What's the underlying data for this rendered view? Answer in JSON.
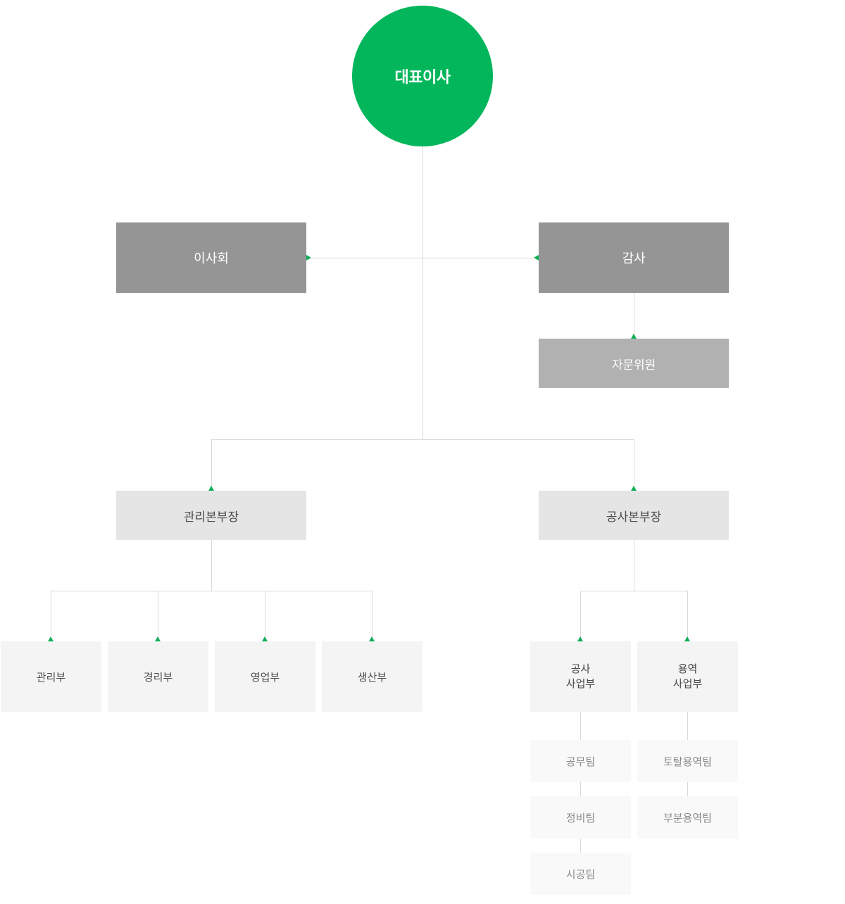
{
  "org_chart": {
    "ceo": "대표이사",
    "board": "이사회",
    "audit": "감사",
    "advisor": "자문위원",
    "management_head": "관리본부장",
    "construction_head": "공사본부장",
    "management_departments": [
      "관리부",
      "경리부",
      "영업부",
      "생산부"
    ],
    "construction_departments": [
      "공사\n사업부",
      "용역\n사업부"
    ],
    "construction_teams": [
      "공무팀",
      "정비팀",
      "시공팀"
    ],
    "service_teams": [
      "토탈용역팀",
      "부분용역팀"
    ]
  },
  "colors": {
    "accent": "#03b65c",
    "dark_box": "#959595",
    "mid_box": "#b1b1b1",
    "light_box": "#e5e5e5",
    "pale_box": "#f4f4f4",
    "faint_box": "#f9f9f9",
    "connector": "#d9d9d9"
  }
}
